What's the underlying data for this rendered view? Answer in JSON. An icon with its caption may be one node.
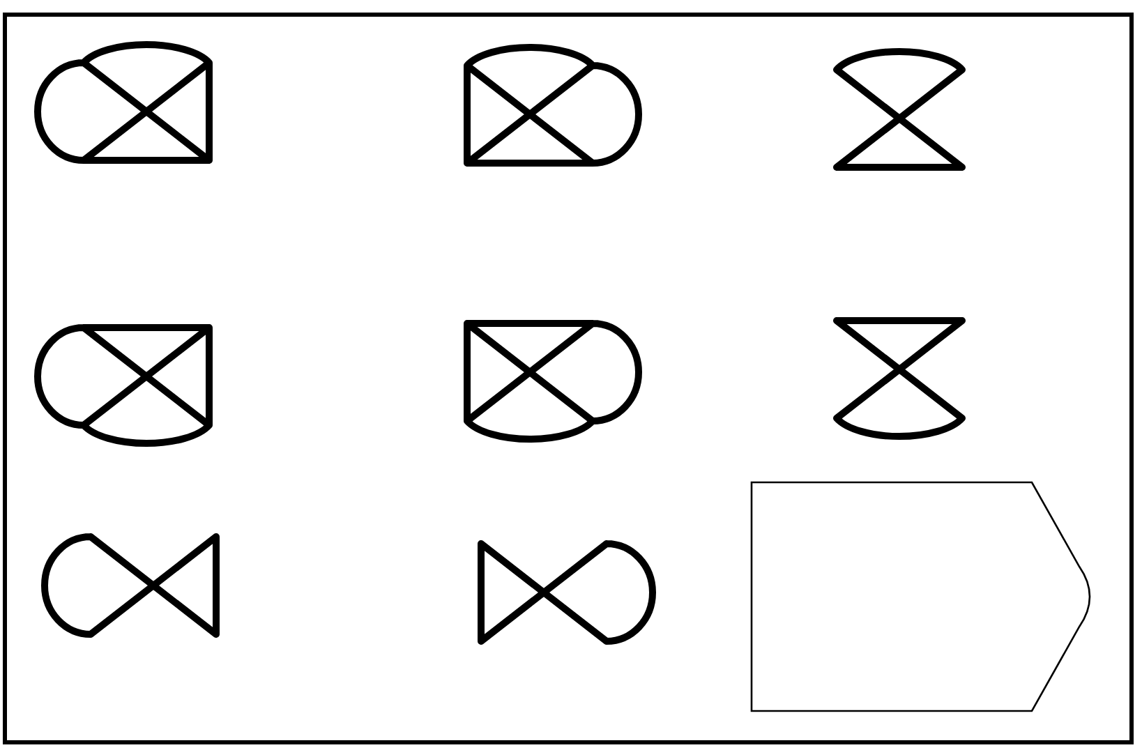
{
  "diagram": {
    "nodes": [
      {
        "text": [],
        "shape": "picture"
      },
      {
        "text": [],
        "shape": "picture"
      },
      {
        "text": [],
        "shape": "picture"
      },
      {
        "text": [],
        "shape": "picture"
      },
      {
        "text": [],
        "shape": "picture"
      },
      {
        "text": [],
        "shape": "picture"
      },
      {
        "text": [],
        "shape": "picture"
      },
      {
        "text": [],
        "shape": "picture"
      },
      {
        "text": [],
        "shape": "box"
      }
    ]
  }
}
